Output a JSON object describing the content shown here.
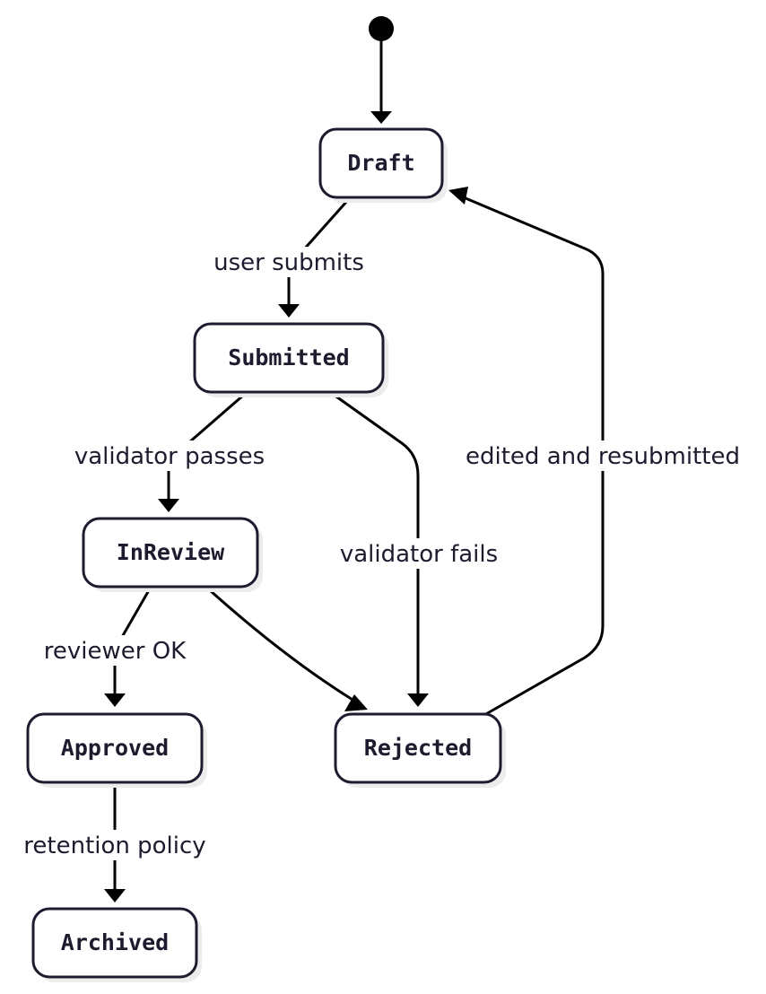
{
  "states": {
    "draft": "Draft",
    "submitted": "Submitted",
    "inreview": "InReview",
    "approved": "Approved",
    "rejected": "Rejected",
    "archived": "Archived"
  },
  "transitions": {
    "user_submits": "user submits",
    "validator_passes": "validator passes",
    "validator_fails": "validator fails",
    "reviewer_ok": "reviewer OK",
    "retention_policy": "retention policy",
    "edited_and_resubmitted": "edited and resubmitted"
  },
  "colors": {
    "node_border": "#1d1b2e",
    "edge": "#000000",
    "text": "#1d1b2e"
  }
}
